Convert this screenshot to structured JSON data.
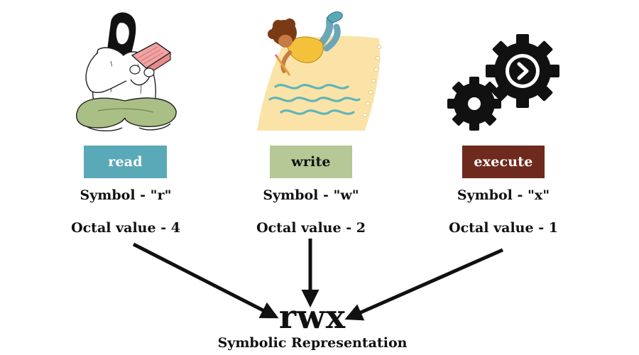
{
  "permissions": [
    {
      "name": "read",
      "symbol_text": "Symbol - \"r\"",
      "octal_text": "Octal value - 4",
      "label_color": "#5aa9b8",
      "icon": "person-reading-book-icon"
    },
    {
      "name": "write",
      "symbol_text": "Symbol - \"w\"",
      "octal_text": "Octal value - 2",
      "label_color": "#b5c895",
      "icon": "person-writing-on-paper-icon"
    },
    {
      "name": "execute",
      "symbol_text": "Symbol - \"x\"",
      "octal_text": "Octal value - 1",
      "label_color": "#6e2a1c",
      "icon": "gears-play-icon"
    }
  ],
  "result": {
    "symbol": "rwx",
    "caption": "Symbolic Representation"
  }
}
